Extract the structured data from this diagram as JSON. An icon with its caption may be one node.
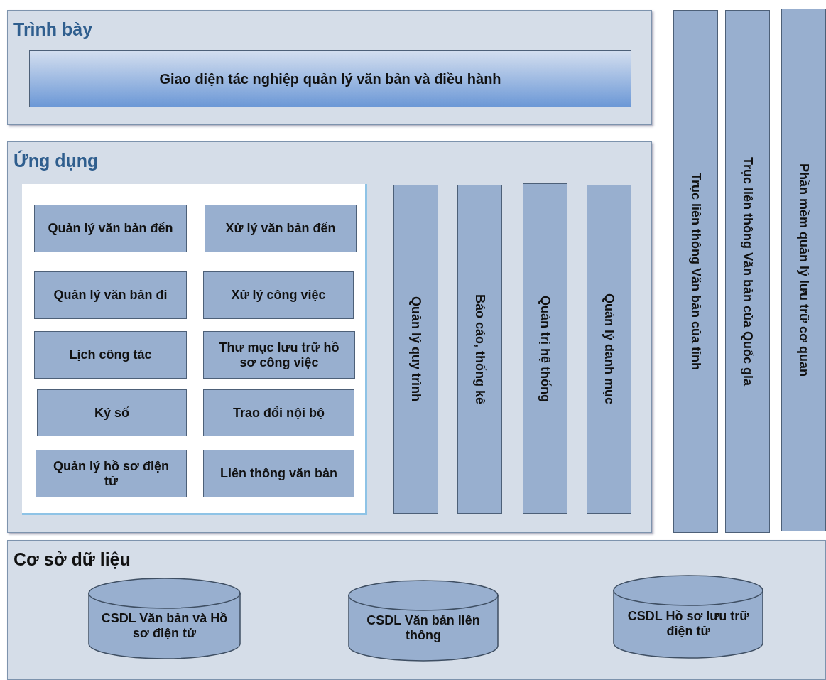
{
  "diagram": {
    "nodes": [
      {
        "text": [
          "Trình bày"
        ]
      },
      {
        "text": [
          "Giao diện tác nghiệp quản lý văn bản và điều hành"
        ],
        "in": 0
      },
      {
        "text": [
          "Ứng dụng"
        ]
      },
      {
        "text": [],
        "shape": "box",
        "in": 2
      },
      {
        "text": [
          "Quản lý văn bản đến"
        ],
        "in": 3
      },
      {
        "text": [
          "Xử lý văn bản đến"
        ],
        "in": 3
      },
      {
        "text": [
          "Quản lý văn bản đi"
        ],
        "in": 3
      },
      {
        "text": [
          "Xử lý công việc"
        ],
        "in": 3
      },
      {
        "text": [
          "Lịch công tác"
        ],
        "in": 3
      },
      {
        "text": [
          "Thư mục lưu trữ hồ sơ công việc"
        ],
        "in": 3
      },
      {
        "text": [
          "Ký số"
        ],
        "in": 3
      },
      {
        "text": [
          "Trao đổi nội bộ"
        ],
        "in": 3
      },
      {
        "text": [
          "Quản lý hồ sơ điện tử"
        ],
        "in": 3
      },
      {
        "text": [
          "Liên thông văn bản"
        ],
        "in": 3
      },
      {
        "text": [
          "Quản lý quy trình"
        ],
        "in": 2
      },
      {
        "text": [
          "Báo cáo, thống kê"
        ],
        "in": 2
      },
      {
        "text": [
          "Quản trị hệ thống"
        ],
        "in": 2
      },
      {
        "text": [
          "Quản lý danh mục"
        ],
        "in": 2
      },
      {
        "text": [
          "Trục liên thông Văn bản của tỉnh"
        ]
      },
      {
        "text": [
          "Trục liên thông Văn bản của Quốc gia"
        ]
      },
      {
        "text": [
          "Phần mềm quản lý lưu trữ cơ quan"
        ]
      },
      {
        "text": [
          "Cơ sở dữ liệu"
        ]
      },
      {
        "text": [
          "CSDL Văn bản và Hồ sơ điện tử"
        ],
        "in": 21
      },
      {
        "text": [
          "CSDL Văn bản liên thông"
        ],
        "in": 21
      },
      {
        "text": [
          "CSDL Hồ sơ lưu trữ điện tử"
        ],
        "in": 21
      }
    ],
    "edges": []
  }
}
